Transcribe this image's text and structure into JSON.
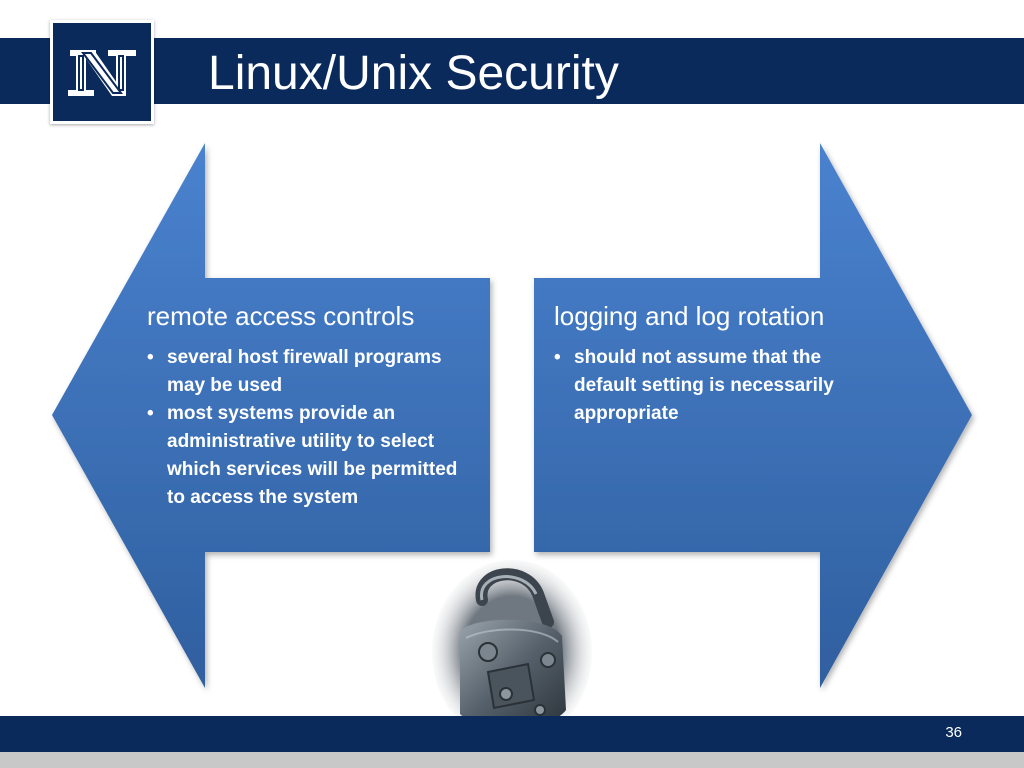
{
  "slide": {
    "title": "Linux/Unix Security",
    "page_number": "36",
    "logo_icon": "nevada-n-logo",
    "colors": {
      "title_bar": "#0b2a5c",
      "arrow_blue": "#3a6fb8",
      "text": "#ffffff"
    }
  },
  "panels": {
    "left": {
      "heading": "remote access controls",
      "bullets": [
        "several host firewall programs may be used",
        "most systems provide an administrative utility to select which services will be permitted to access the system"
      ]
    },
    "right": {
      "heading": "logging and log rotation",
      "bullets": [
        "should not assume that the default setting is necessarily appropriate"
      ]
    }
  },
  "image": {
    "icon": "padlock-photo"
  }
}
